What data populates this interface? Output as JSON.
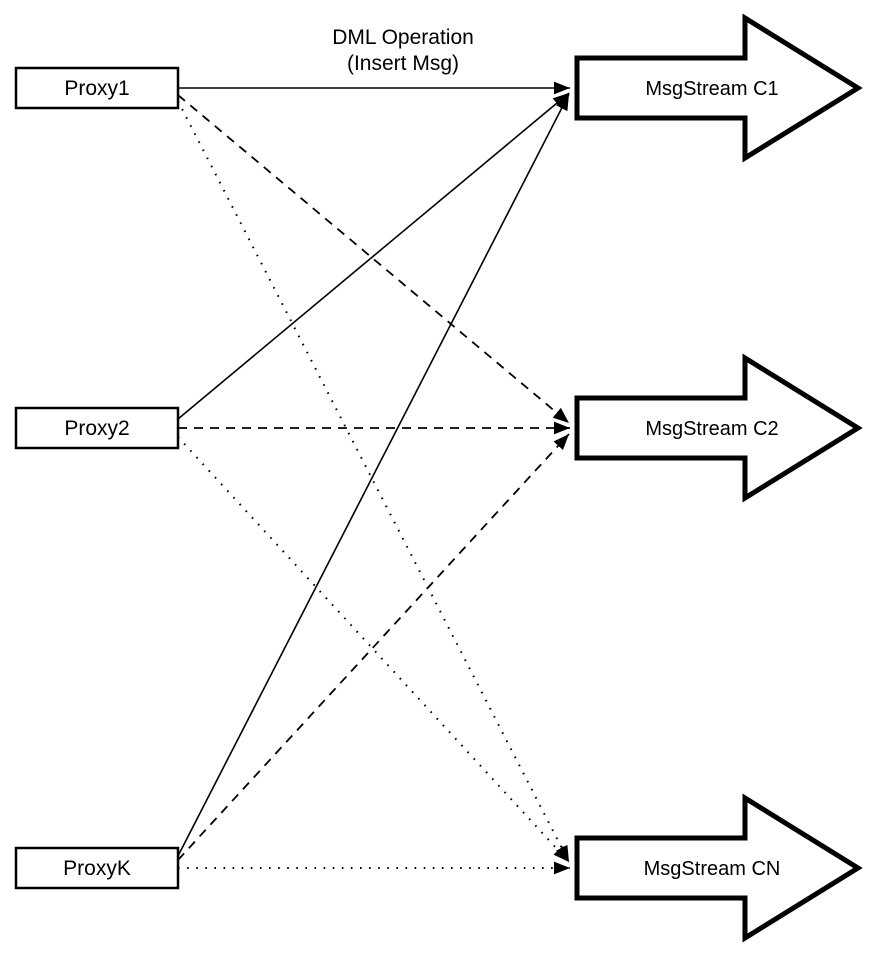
{
  "diagram": {
    "title_line1": "DML Operation",
    "title_line2": "(Insert Msg)",
    "colors": {
      "stroke": "#000000",
      "fill": "#ffffff"
    },
    "proxies": [
      {
        "id": "proxy1",
        "label": "Proxy1"
      },
      {
        "id": "proxy2",
        "label": "Proxy2"
      },
      {
        "id": "proxyK",
        "label": "ProxyK"
      }
    ],
    "streams": [
      {
        "id": "c1",
        "label": "MsgStream C1"
      },
      {
        "id": "c2",
        "label": "MsgStream C2"
      },
      {
        "id": "cn",
        "label": "MsgStream CN"
      }
    ],
    "edges": [
      {
        "from": "proxy1",
        "to": "c1",
        "style": "solid"
      },
      {
        "from": "proxy1",
        "to": "c2",
        "style": "dashed"
      },
      {
        "from": "proxy1",
        "to": "cn",
        "style": "dotted"
      },
      {
        "from": "proxy2",
        "to": "c1",
        "style": "solid"
      },
      {
        "from": "proxy2",
        "to": "c2",
        "style": "dashed"
      },
      {
        "from": "proxy2",
        "to": "cn",
        "style": "dotted"
      },
      {
        "from": "proxyK",
        "to": "c1",
        "style": "solid"
      },
      {
        "from": "proxyK",
        "to": "c2",
        "style": "dashed"
      },
      {
        "from": "proxyK",
        "to": "cn",
        "style": "dotted"
      }
    ]
  }
}
